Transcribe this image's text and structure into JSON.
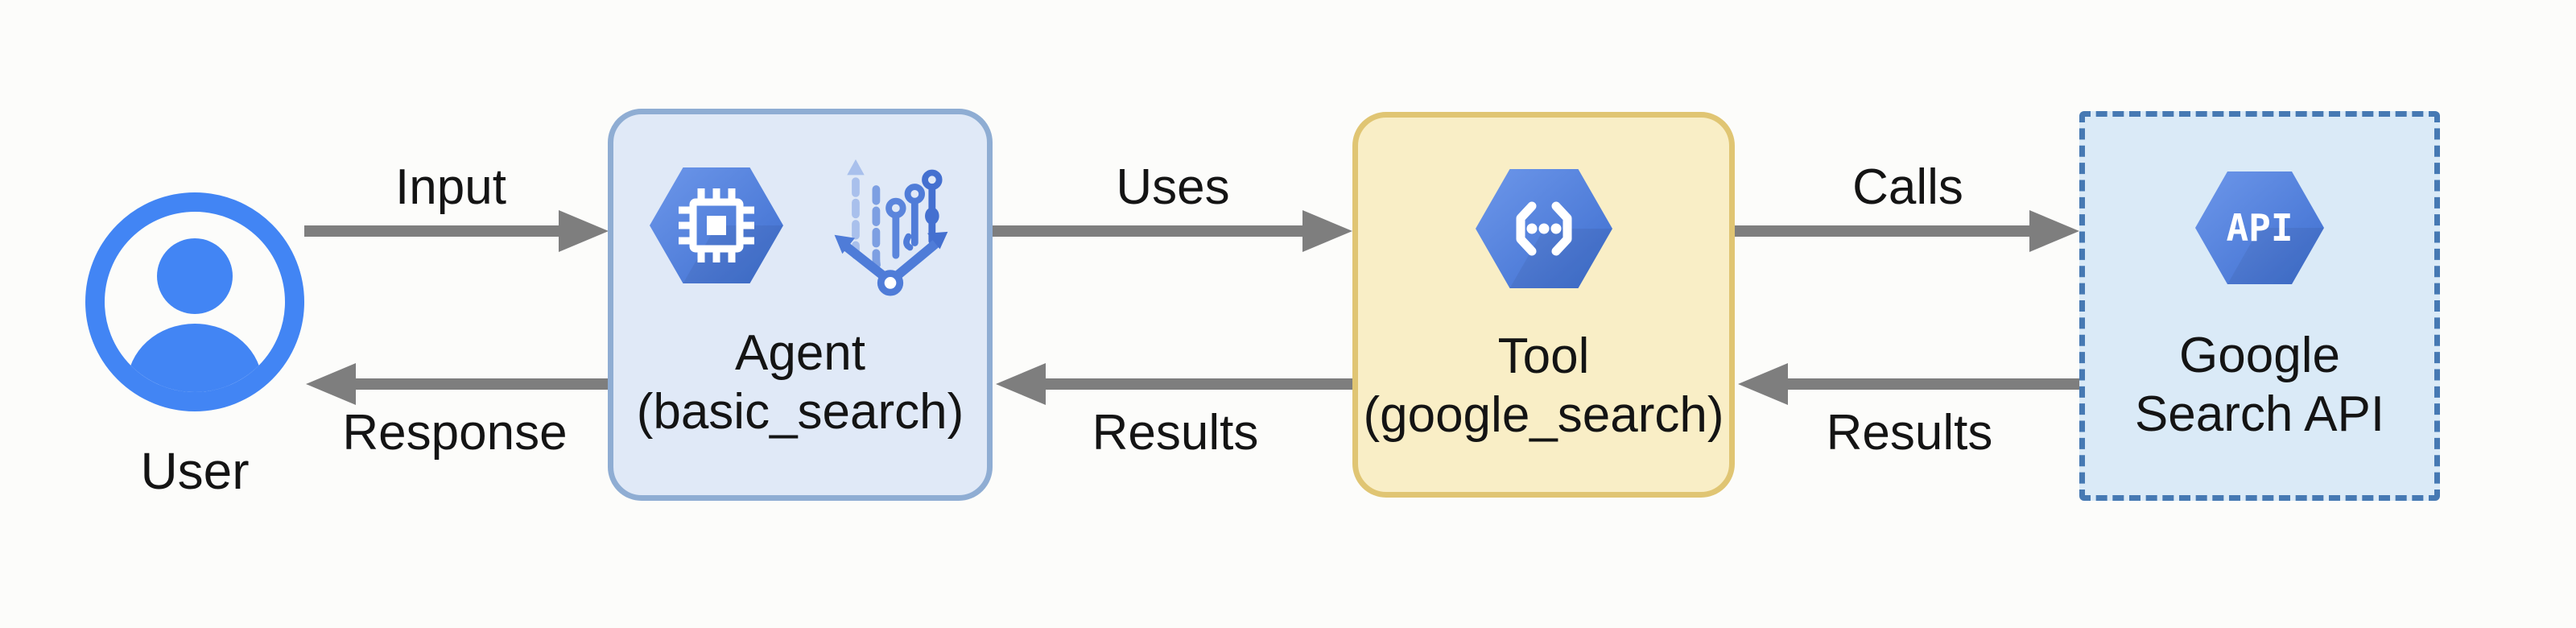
{
  "colors": {
    "background": "#fcfcfa",
    "node_blue": "#4285f4",
    "hex_blue_light": "#6d97ea",
    "hex_blue_dark": "#3e6ecf",
    "agent_fill": "#e0e9f7",
    "agent_border": "#8fadd3",
    "tool_fill": "#f9eec6",
    "tool_border": "#e0c573",
    "api_fill": "#daeaf7",
    "api_border": "#4679b3",
    "arrow_gray": "#7e7e7e",
    "text_black": "#141414"
  },
  "nodes": {
    "user": {
      "label": "User"
    },
    "agent": {
      "title": "Agent",
      "subtitle": "(basic_search)"
    },
    "tool": {
      "title": "Tool",
      "subtitle": "(google_search)"
    },
    "api": {
      "title": "Google",
      "subtitle": "Search API",
      "hex_label": "API"
    }
  },
  "edges": {
    "input": {
      "label": "Input",
      "direction": "right"
    },
    "response": {
      "label": "Response",
      "direction": "left"
    },
    "uses": {
      "label": "Uses",
      "direction": "right"
    },
    "results_from_tool": {
      "label": "Results",
      "direction": "left"
    },
    "calls": {
      "label": "Calls",
      "direction": "right"
    },
    "results_from_api": {
      "label": "Results",
      "direction": "left"
    }
  },
  "icons": {
    "user": "account-circle-icon",
    "agent_primary": "cloud-ml-chip-hexagon-icon",
    "agent_secondary": "vertex-ai-branch-icon",
    "tool": "cloud-function-brackets-hexagon-icon",
    "api": "api-hexagon-icon"
  }
}
